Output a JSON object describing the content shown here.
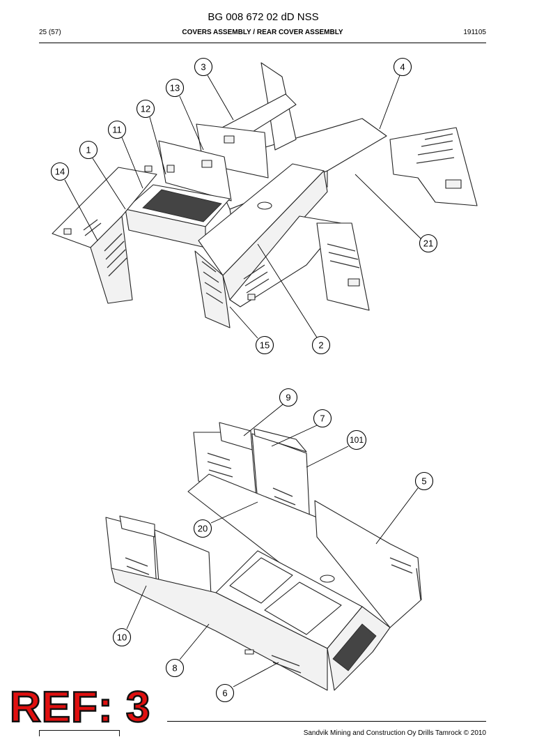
{
  "header": {
    "doc_number": "BG 008 672 02 dD NSS",
    "page": "25 (57)",
    "section_title": "COVERS ASSEMBLY / REAR COVER ASSEMBLY",
    "date_code": "191105"
  },
  "upper_view": {
    "callouts": [
      "3",
      "4",
      "13",
      "12",
      "11",
      "1",
      "14",
      "21",
      "15",
      "2"
    ]
  },
  "lower_view": {
    "callouts": [
      "9",
      "7",
      "101",
      "5",
      "20",
      "10",
      "8",
      "6"
    ]
  },
  "stamp": {
    "text": "REF: 3",
    "color": "#e01010"
  },
  "footer": {
    "copyright": "Sandvik Mining and Construction Oy Drills Tamrock © 2010"
  }
}
